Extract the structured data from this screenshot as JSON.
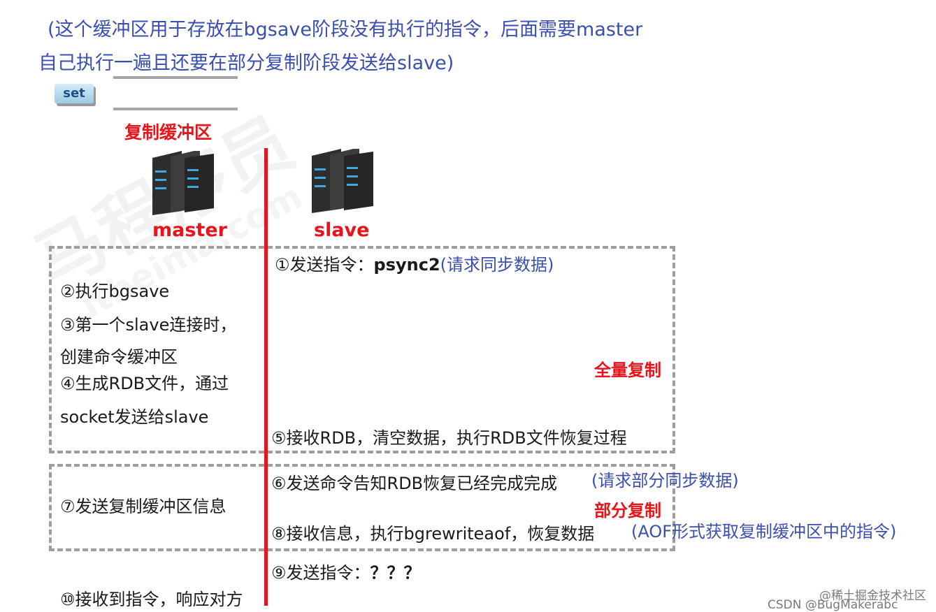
{
  "note": {
    "line1": "(这个缓冲区用于存放在bgsave阶段没有执行的指令，后面需要master",
    "line2": "自己执行一遍且还要在部分复制阶段发送给slave)"
  },
  "buffer": {
    "set_label": "set",
    "title": "复制缓冲区"
  },
  "nodes": {
    "master": "master",
    "slave": "slave"
  },
  "watermark": {
    "main": "马程序员",
    "sub": "itheima.com"
  },
  "full_sync": {
    "label": "全量复制",
    "step1_prefix": "①发送指令：",
    "step1_cmd": "psync2",
    "step1_note": "(请求同步数据)",
    "step2": "②执行bgsave",
    "step3_line1": "③第一个slave连接时，",
    "step3_line2": "创建命令缓冲区",
    "step4_line1": "④生成RDB文件，通过",
    "step4_line2": "socket发送给slave",
    "step5": "⑤接收RDB，清空数据，执行RDB文件恢复过程"
  },
  "partial_sync": {
    "label": "部分复制",
    "step6": "⑥发送命令告知RDB恢复已经完成完成",
    "step6_note": "(请求部分同步数据)",
    "step7": "⑦发送复制缓冲区信息",
    "step8": "⑧接收信息，执行bgrewriteaof，恢复数据",
    "step8_note": "(AOF形式获取复制缓冲区中的指令)"
  },
  "after": {
    "step9_prefix": "⑨发送指令：",
    "step9_cmd": "？？？",
    "step10": "⑩接收到指令，响应对方"
  },
  "footer": {
    "site": "@稀土掘金技术社区",
    "csdn": "CSDN @BugMakerabc"
  },
  "colors": {
    "red": "#e8141b",
    "blue": "#3a4fb0",
    "dash": "#9e9e9e"
  }
}
